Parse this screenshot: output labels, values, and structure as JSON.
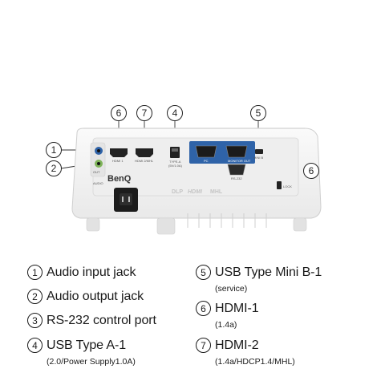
{
  "brand": "BenQ",
  "port_labels": {
    "hdmi1": "HDMI 1",
    "hdmi2": "HDMI 2/MHL",
    "usb_a": "TYPE-A",
    "usb_a_sub": "(5V/1.0A)",
    "usb_mini": "MINI B",
    "pc": "PC",
    "monitor_out": "MONITOR OUT",
    "rs232": "RS-232",
    "lock": "LOCK",
    "audio_out": "OUT",
    "audio": "AUDIO",
    "dlp": "DLP",
    "hdmi_logo": "HDMI",
    "mhl_logo": "MHL"
  },
  "callouts": [
    {
      "num": "1"
    },
    {
      "num": "2"
    },
    {
      "num": "6"
    },
    {
      "num": "7"
    },
    {
      "num": "4"
    },
    {
      "num": "5"
    },
    {
      "num": "6"
    }
  ],
  "legend": [
    {
      "num": "1",
      "label": "Audio input jack",
      "sub": ""
    },
    {
      "num": "2",
      "label": "Audio output jack",
      "sub": ""
    },
    {
      "num": "3",
      "label": "RS-232 control port",
      "sub": ""
    },
    {
      "num": "4",
      "label": "USB Type A-1",
      "sub": "(2.0/Power Supply1.0A)"
    },
    {
      "num": "5",
      "label": "USB Type Mini B-1",
      "sub": "(service)"
    },
    {
      "num": "6",
      "label": "HDMI-1",
      "sub": "(1.4a)"
    },
    {
      "num": "7",
      "label": "HDMI-2",
      "sub": "(1.4a/HDCP1.4/MHL)"
    }
  ],
  "colors": {
    "port_blue": "#2f63a8",
    "body": "#f3f3f3",
    "panel": "#e6e6e6"
  }
}
